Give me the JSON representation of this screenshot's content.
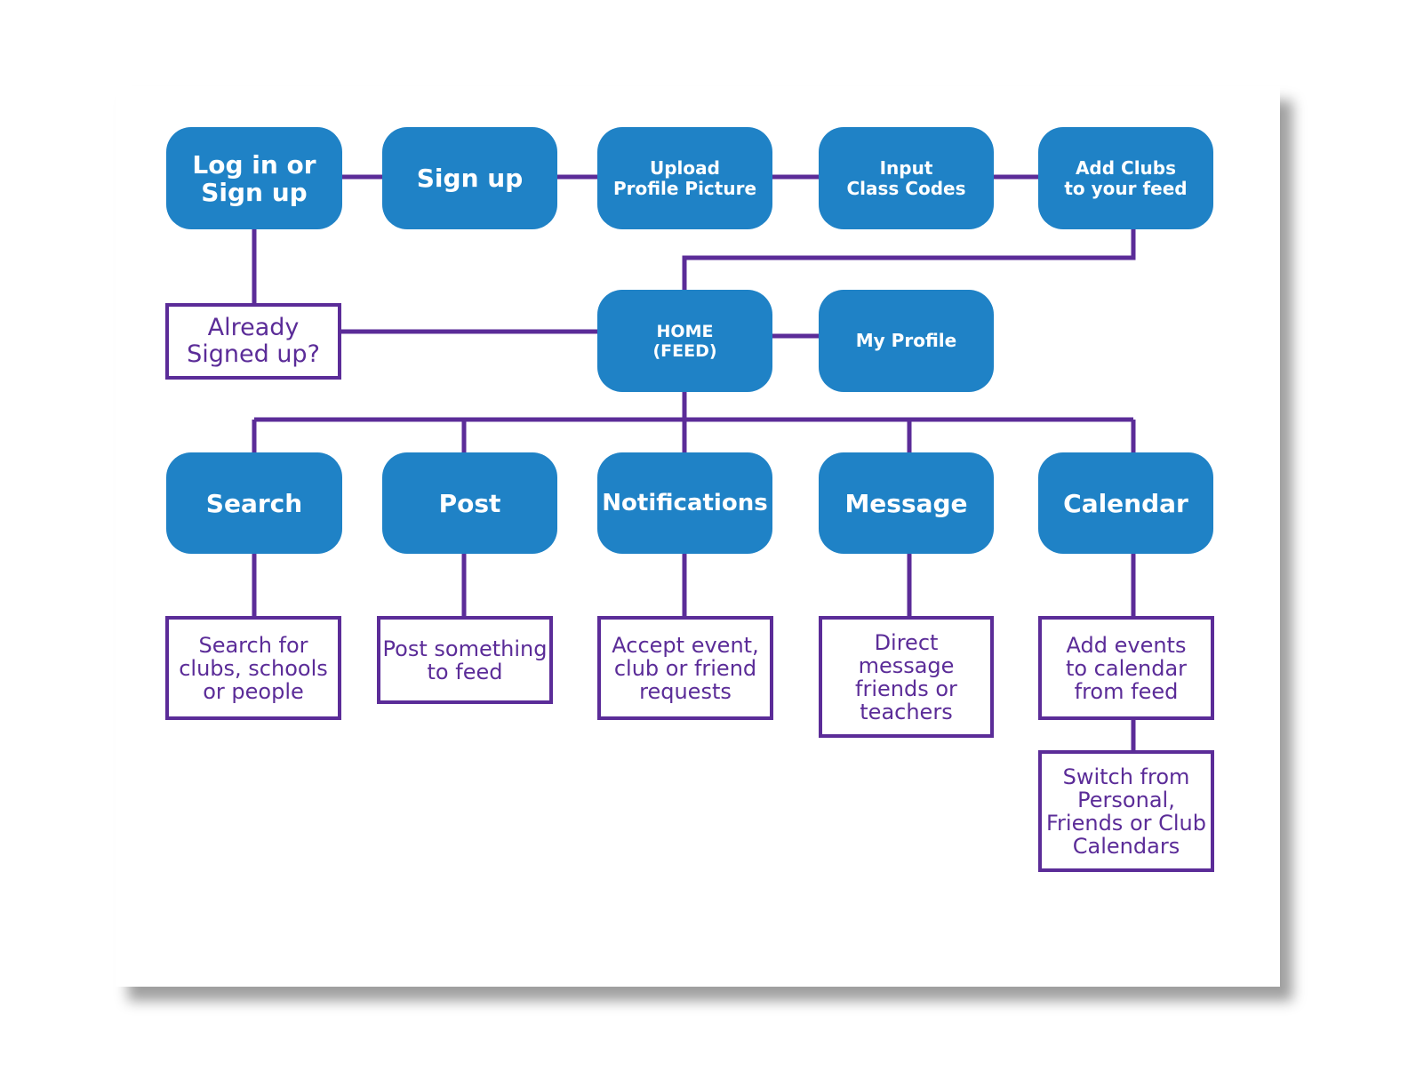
{
  "colors": {
    "node_fill": "#1f82c6",
    "connector": "#5b2c98",
    "outline_text": "#5b2c98"
  },
  "top_flow": {
    "login": "Log in or\nSign up",
    "signup": "Sign up",
    "upload": "Upload\nProfile Picture",
    "class_codes": "Input\nClass Codes",
    "add_clubs": "Add Clubs\nto your feed"
  },
  "already_signed_up": "Already\nSigned up?",
  "home": "HOME\n(FEED)",
  "my_profile": "My Profile",
  "features": {
    "search": "Search",
    "post": "Post",
    "notifications": "Notifications",
    "message": "Message",
    "calendar": "Calendar"
  },
  "descriptions": {
    "search": "Search for\nclubs, schools\nor people",
    "post": "Post something\nto feed",
    "notifications": "Accept event,\nclub or friend\nrequests",
    "message": "Direct\nmessage\nfriends or\nteachers",
    "calendar": "Add events\nto calendar\nfrom feed",
    "calendar_switch": "Switch from\nPersonal,\nFriends or Club\nCalendars"
  }
}
